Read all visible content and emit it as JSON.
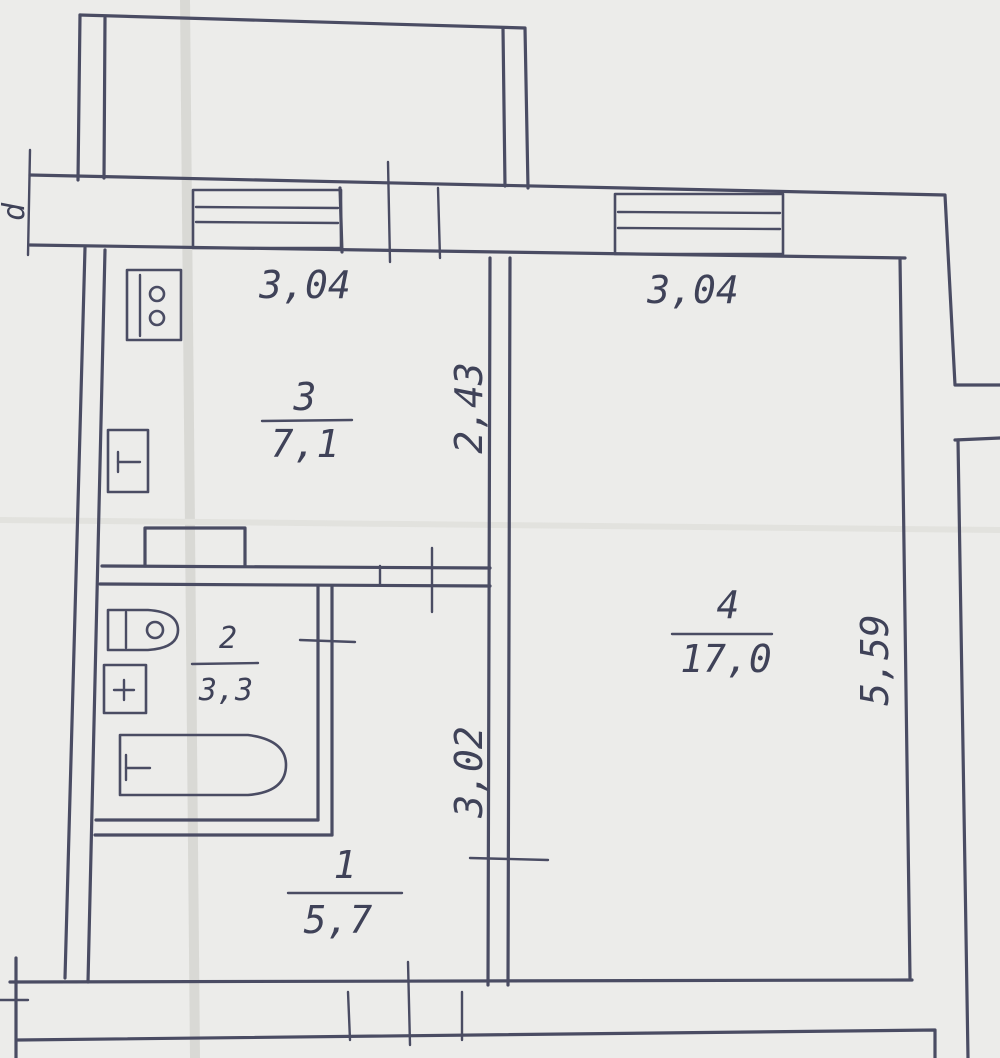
{
  "rooms": [
    {
      "number": "3",
      "area": "7,1"
    },
    {
      "number": "2",
      "area": "3,3"
    },
    {
      "number": "1",
      "area": "5,7"
    },
    {
      "number": "4",
      "area": "17,0"
    }
  ],
  "dimensions": {
    "kitchen_width": "3,04",
    "room_width": "3,04",
    "kitchen_depth": "2,43",
    "hall_depth": "3,02",
    "room_depth": "5,59"
  },
  "markers": {
    "balcony_edge": "d"
  }
}
